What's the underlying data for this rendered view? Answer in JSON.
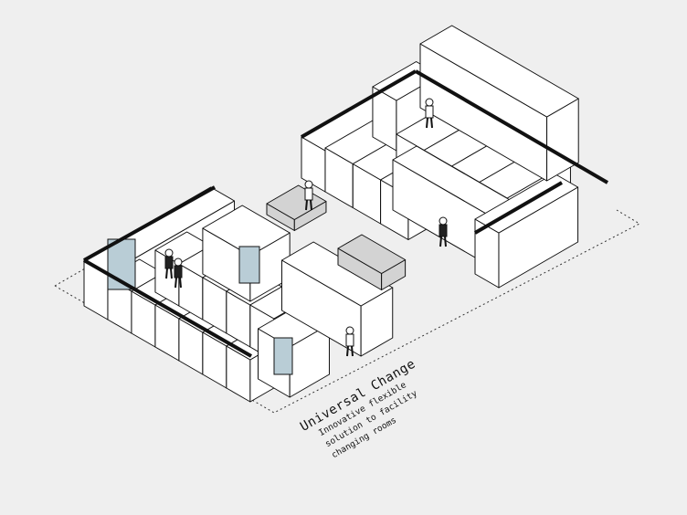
{
  "caption": {
    "title": "Universal Change",
    "subtitle_lines": [
      "Innovative flexible",
      "solution to facility",
      "changing rooms"
    ]
  },
  "colors": {
    "background": "#efefef",
    "wall": "#ffffff",
    "line": "#111111",
    "glass": "#b9cdd6",
    "bench": "#d3d3d3"
  }
}
